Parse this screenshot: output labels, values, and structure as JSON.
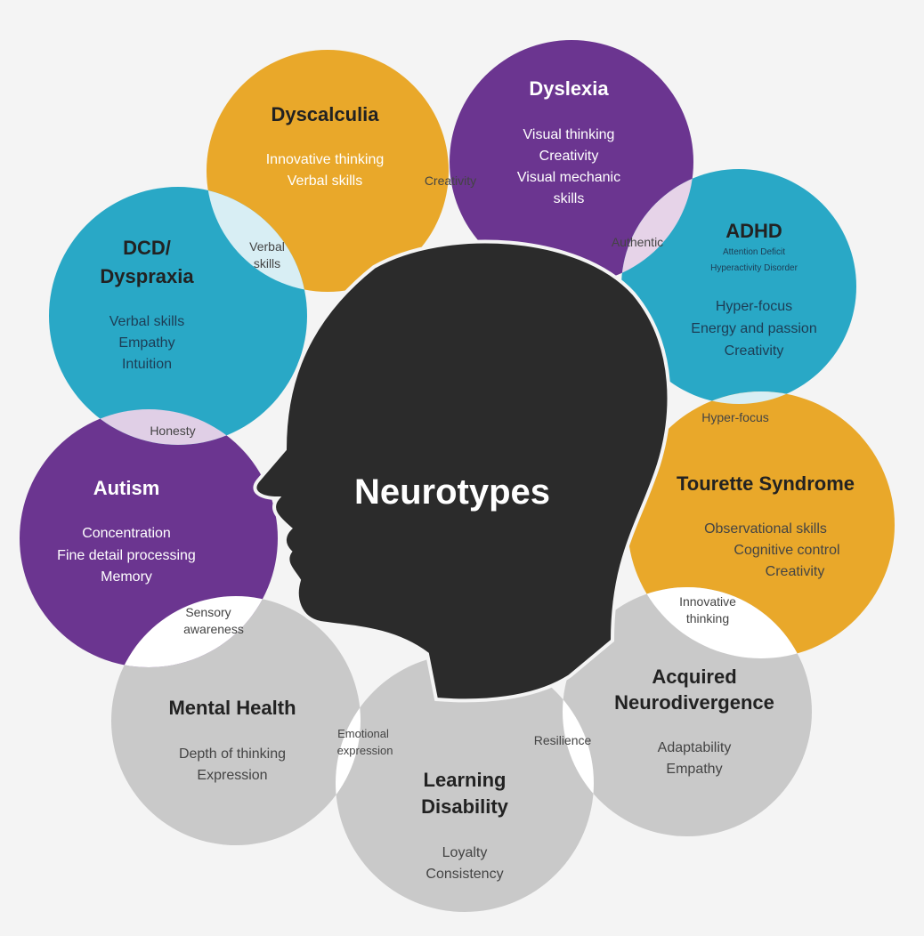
{
  "title": "Neurotypes",
  "colors": {
    "orange": "#e9a82a",
    "purple": "#6b3590",
    "teal": "#29a8c6",
    "gray": "#c9c9c9",
    "head": "#2b2b2b"
  },
  "neurotypes": {
    "dyscalculia": {
      "title": "Dyscalculia",
      "traits": [
        "Innovative thinking",
        "Verbal skills"
      ]
    },
    "dyslexia": {
      "title": "Dyslexia",
      "traits": [
        "Visual thinking",
        "Creativity",
        "Visual mechanic",
        "skills"
      ]
    },
    "adhd": {
      "title": "ADHD",
      "subtitle": [
        "Attention Deficit",
        "Hyperactivity Disorder"
      ],
      "traits": [
        "Hyper-focus",
        "Energy and passion",
        "Creativity"
      ]
    },
    "tourette": {
      "title": "Tourette Syndrome",
      "traits": [
        "Observational skills",
        "Cognitive control",
        "Creativity"
      ]
    },
    "acquired": {
      "title": [
        "Acquired",
        "Neurodivergence"
      ],
      "traits": [
        "Adaptability",
        "Empathy"
      ]
    },
    "learning": {
      "title": [
        "Learning",
        "Disability"
      ],
      "traits": [
        "Loyalty",
        "Consistency"
      ]
    },
    "mental": {
      "title": "Mental Health",
      "traits": [
        "Depth of thinking",
        "Expression"
      ]
    },
    "autism": {
      "title": "Autism",
      "traits": [
        "Concentration",
        "Fine detail processing",
        "Memory"
      ]
    },
    "dcd": {
      "title": [
        "DCD/",
        "Dyspraxia"
      ],
      "traits": [
        "Verbal skills",
        "Empathy",
        "Intuition"
      ]
    }
  },
  "overlaps": {
    "creativity": "Creativity",
    "verbal": [
      "Verbal",
      "skills"
    ],
    "authentic": "Authentic",
    "hyperfocus": "Hyper-focus",
    "innovative": [
      "Innovative",
      "thinking"
    ],
    "resilience": "Resilience",
    "emotional": [
      "Emotional",
      "expression"
    ],
    "sensory": [
      "Sensory",
      "awareness"
    ],
    "honesty": "Honesty"
  }
}
